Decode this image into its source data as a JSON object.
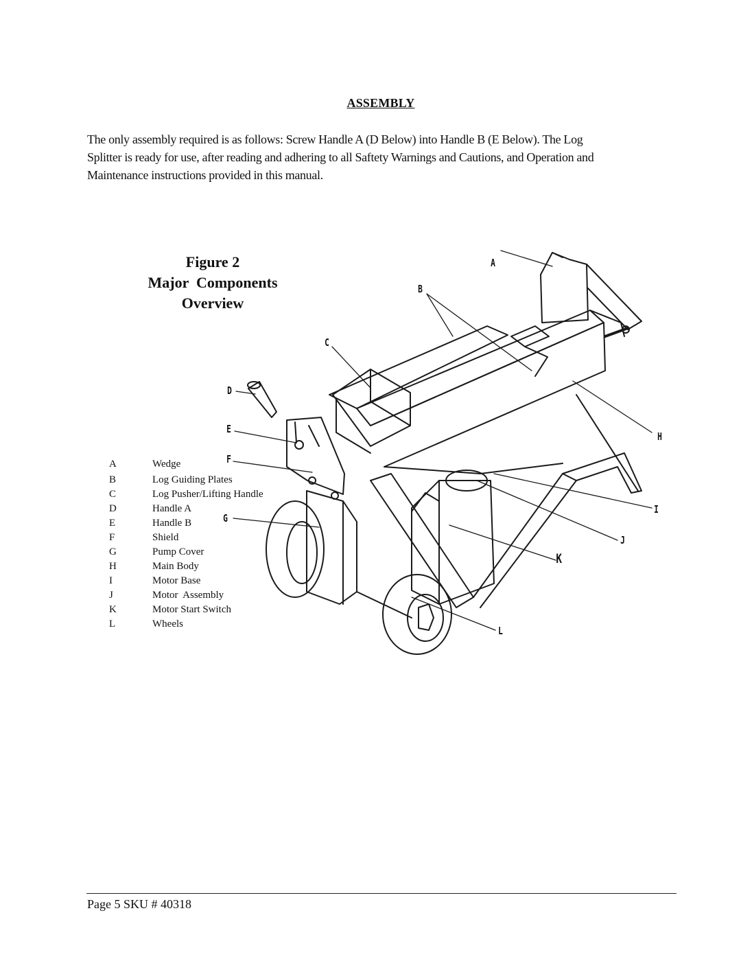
{
  "heading": "ASSEMBLY",
  "paragraph_lines": [
    "The only assembly required is as follows:  Screw Handle A (D Below) into Handle B (E Below).  The Log",
    "Splitter is ready for use, after reading and adhering to all Saftety Warnings and Cautions, and Operation and",
    "Maintenance instructions provided in this manual."
  ],
  "figure": {
    "line1": "Figure 2",
    "line2": "Major  Components",
    "line3": "Overview"
  },
  "legend": [
    {
      "letter": "A",
      "name": "Wedge"
    },
    {
      "letter": "B",
      "name": "Log Guiding Plates"
    },
    {
      "letter": "C",
      "name": "Log Pusher/Lifting Handle"
    },
    {
      "letter": "D",
      "name": "Handle A"
    },
    {
      "letter": "E",
      "name": "Handle B"
    },
    {
      "letter": "F",
      "name": "Shield"
    },
    {
      "letter": "G",
      "name": "Pump Cover"
    },
    {
      "letter": "H",
      "name": "Main Body"
    },
    {
      "letter": "I",
      "name": "Motor Base"
    },
    {
      "letter": "J",
      "name": "Motor  Assembly"
    },
    {
      "letter": "K",
      "name": "Motor Start Switch"
    },
    {
      "letter": "L",
      "name": "Wheels"
    }
  ],
  "callouts": [
    "A",
    "B",
    "C",
    "D",
    "E",
    "F",
    "G",
    "H",
    "I",
    "J",
    "K",
    "L"
  ],
  "footer": "Page 5 SKU # 40318"
}
